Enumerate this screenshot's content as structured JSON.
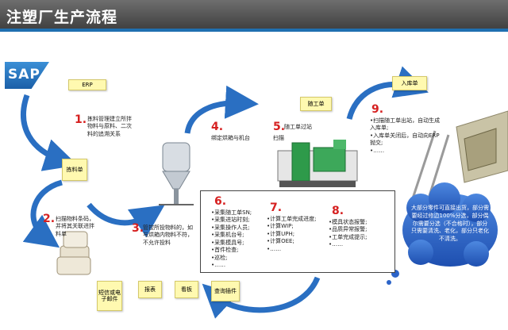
{
  "title": "注塑厂生产流程",
  "logo": "SAP",
  "notes": {
    "erp": "ERP",
    "picking": "拣料单",
    "flow_card": "随工单",
    "storage": "入库单",
    "drawing": "短信或电子邮件",
    "report": "报表",
    "kanban": "看板",
    "query": "查询插件"
  },
  "steps": [
    {
      "num": "1.",
      "text": "拣料管理建立所拌物料与原料、二次料的追溯关系"
    },
    {
      "num": "2.",
      "text": "扫描物料条码，并将其关联进拌料单"
    },
    {
      "num": "3.",
      "text": "管控所投物料的，如与烘箱内物料不符，不允许投料"
    },
    {
      "num": "4.",
      "text": "绑定烘箱与机台"
    },
    {
      "num": "5.",
      "text": "随工单过站",
      "sub": "扫描"
    },
    {
      "num": "6.",
      "lines": [
        "•采集随工单SN;",
        "•采集进站时刻;",
        "•采集操作人员;",
        "•采集机台号;",
        "•采集模具号;",
        "•首件检查;",
        "•巡检;",
        "•……"
      ]
    },
    {
      "num": "7.",
      "lines": [
        "•计算工单完成进度;",
        "•计算WIP;",
        "•计算UPH;",
        "•计算OEE;",
        "•……"
      ]
    },
    {
      "num": "8.",
      "lines": [
        "•模具状态报警;",
        "•品质异常报警;",
        "•工单完成提示;",
        "•……"
      ]
    },
    {
      "num": "9.",
      "lines": [
        "•扫描随工单出站，自动生成入库单;",
        "•入库单关闭后，自动向ERP抛交;",
        "•……"
      ]
    }
  ],
  "cloud_text": "大部分零件可直接出货，部分需要经过修边100%分选，部分偶尔需要分选（不合格时），部分只需要清洗、老化，部分只老化不清洗。",
  "colors": {
    "accent_red": "#d62020",
    "arrow_blue": "#2a6fc2",
    "note_yellow": "#fff9b0",
    "cloud_blue": "#2c64c8"
  }
}
